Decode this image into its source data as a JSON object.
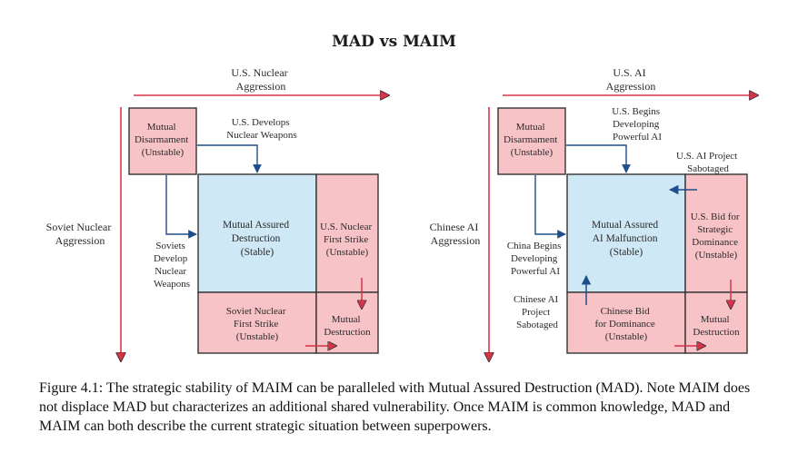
{
  "title": "MAD vs MAIM",
  "mad": {
    "top_axis": [
      "U.S. Nuclear",
      "Aggression"
    ],
    "left_axis": [
      "Soviet Nuclear",
      "Aggression"
    ],
    "corner": [
      "Mutual",
      "Disarmament",
      "(Unstable)"
    ],
    "top_event": [
      "U.S. Develops",
      "Nuclear Weapons"
    ],
    "left_event": [
      "Soviets",
      "Develop",
      "Nuclear",
      "Weapons"
    ],
    "center": [
      "Mutual Assured",
      "Destruction",
      "(Stable)"
    ],
    "right": [
      "U.S. Nuclear",
      "First Strike",
      "(Unstable)"
    ],
    "bottom": [
      "Soviet Nuclear",
      "First Strike",
      "(Unstable)"
    ],
    "corner_br": [
      "Mutual",
      "Destruction"
    ]
  },
  "maim": {
    "top_axis": [
      "U.S. AI",
      "Aggression"
    ],
    "left_axis": [
      "Chinese AI",
      "Aggression"
    ],
    "corner": [
      "Mutual",
      "Disarmament",
      "(Unstable)"
    ],
    "top_event": [
      "U.S. Begins",
      "Developing",
      "Powerful AI"
    ],
    "left_event": [
      "China Begins",
      "Developing",
      "Powerful AI"
    ],
    "sabotage_us": [
      "U.S. AI Project",
      "Sabotaged"
    ],
    "sabotage_cn": [
      "Chinese AI",
      "Project",
      "Sabotaged"
    ],
    "center": [
      "Mutual Assured",
      "AI Malfunction",
      "(Stable)"
    ],
    "right": [
      "U.S. Bid for",
      "Strategic",
      "Dominance",
      "(Unstable)"
    ],
    "bottom": [
      "Chinese Bid",
      "for Dominance",
      "(Unstable)"
    ],
    "corner_br": [
      "Mutual",
      "Destruction"
    ]
  },
  "caption": "Figure 4.1: The strategic stability of MAIM can be paralleled with Mutual Assured Destruction (MAD). Note MAIM does not displace MAD but characterizes an additional shared vulnerability. Once MAIM is common knowledge, MAD and MAIM can both describe the current strategic situation between superpowers.",
  "colors": {
    "stable_fill": "#cfe8f6",
    "unstable_fill": "#f7c3c7",
    "red_arrow": "#d9334a",
    "blue_arrow": "#1f4e8c",
    "border": "#333333"
  }
}
